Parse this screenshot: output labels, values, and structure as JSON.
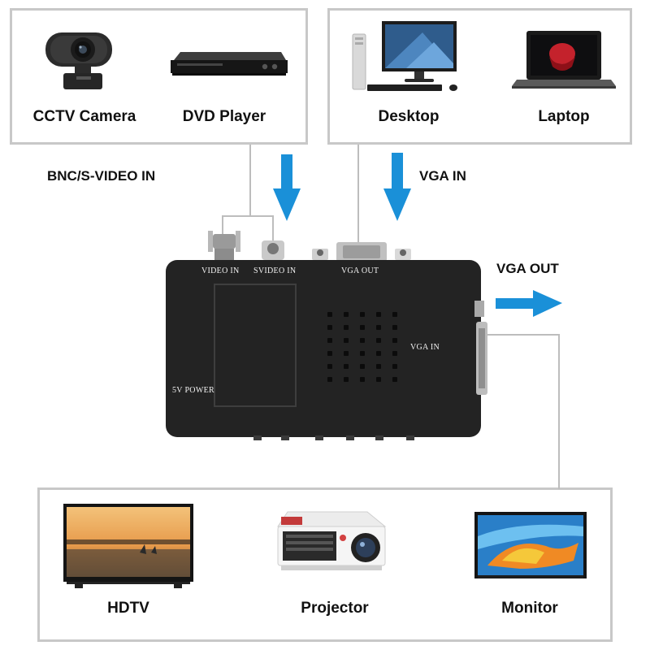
{
  "sources": {
    "left": {
      "items": [
        "CCTV Camera",
        "DVD Player"
      ]
    },
    "right": {
      "items": [
        "Desktop",
        "Laptop"
      ]
    }
  },
  "outputs": {
    "items": [
      "HDTV",
      "Projector",
      "Monitor"
    ]
  },
  "signals": {
    "bnc_in": "BNC/S-VIDEO IN",
    "vga_in": "VGA IN",
    "vga_out": "VGA OUT"
  },
  "converter": {
    "ports": {
      "video_in": "VIDEO IN",
      "svideo_in": "SVIDEO IN",
      "vga_out": "VGA OUT",
      "vga_in": "VGA IN",
      "power": "5V POWER"
    }
  },
  "colors": {
    "arrow": "#1a90d8",
    "box_border": "#c8c8c8",
    "connector_line": "#bdbdbd",
    "device_body": "#232323"
  },
  "icons": [
    "webcam-icon",
    "dvd-player-icon",
    "desktop-computer-icon",
    "laptop-icon",
    "hdtv-icon",
    "projector-icon",
    "monitor-icon"
  ]
}
